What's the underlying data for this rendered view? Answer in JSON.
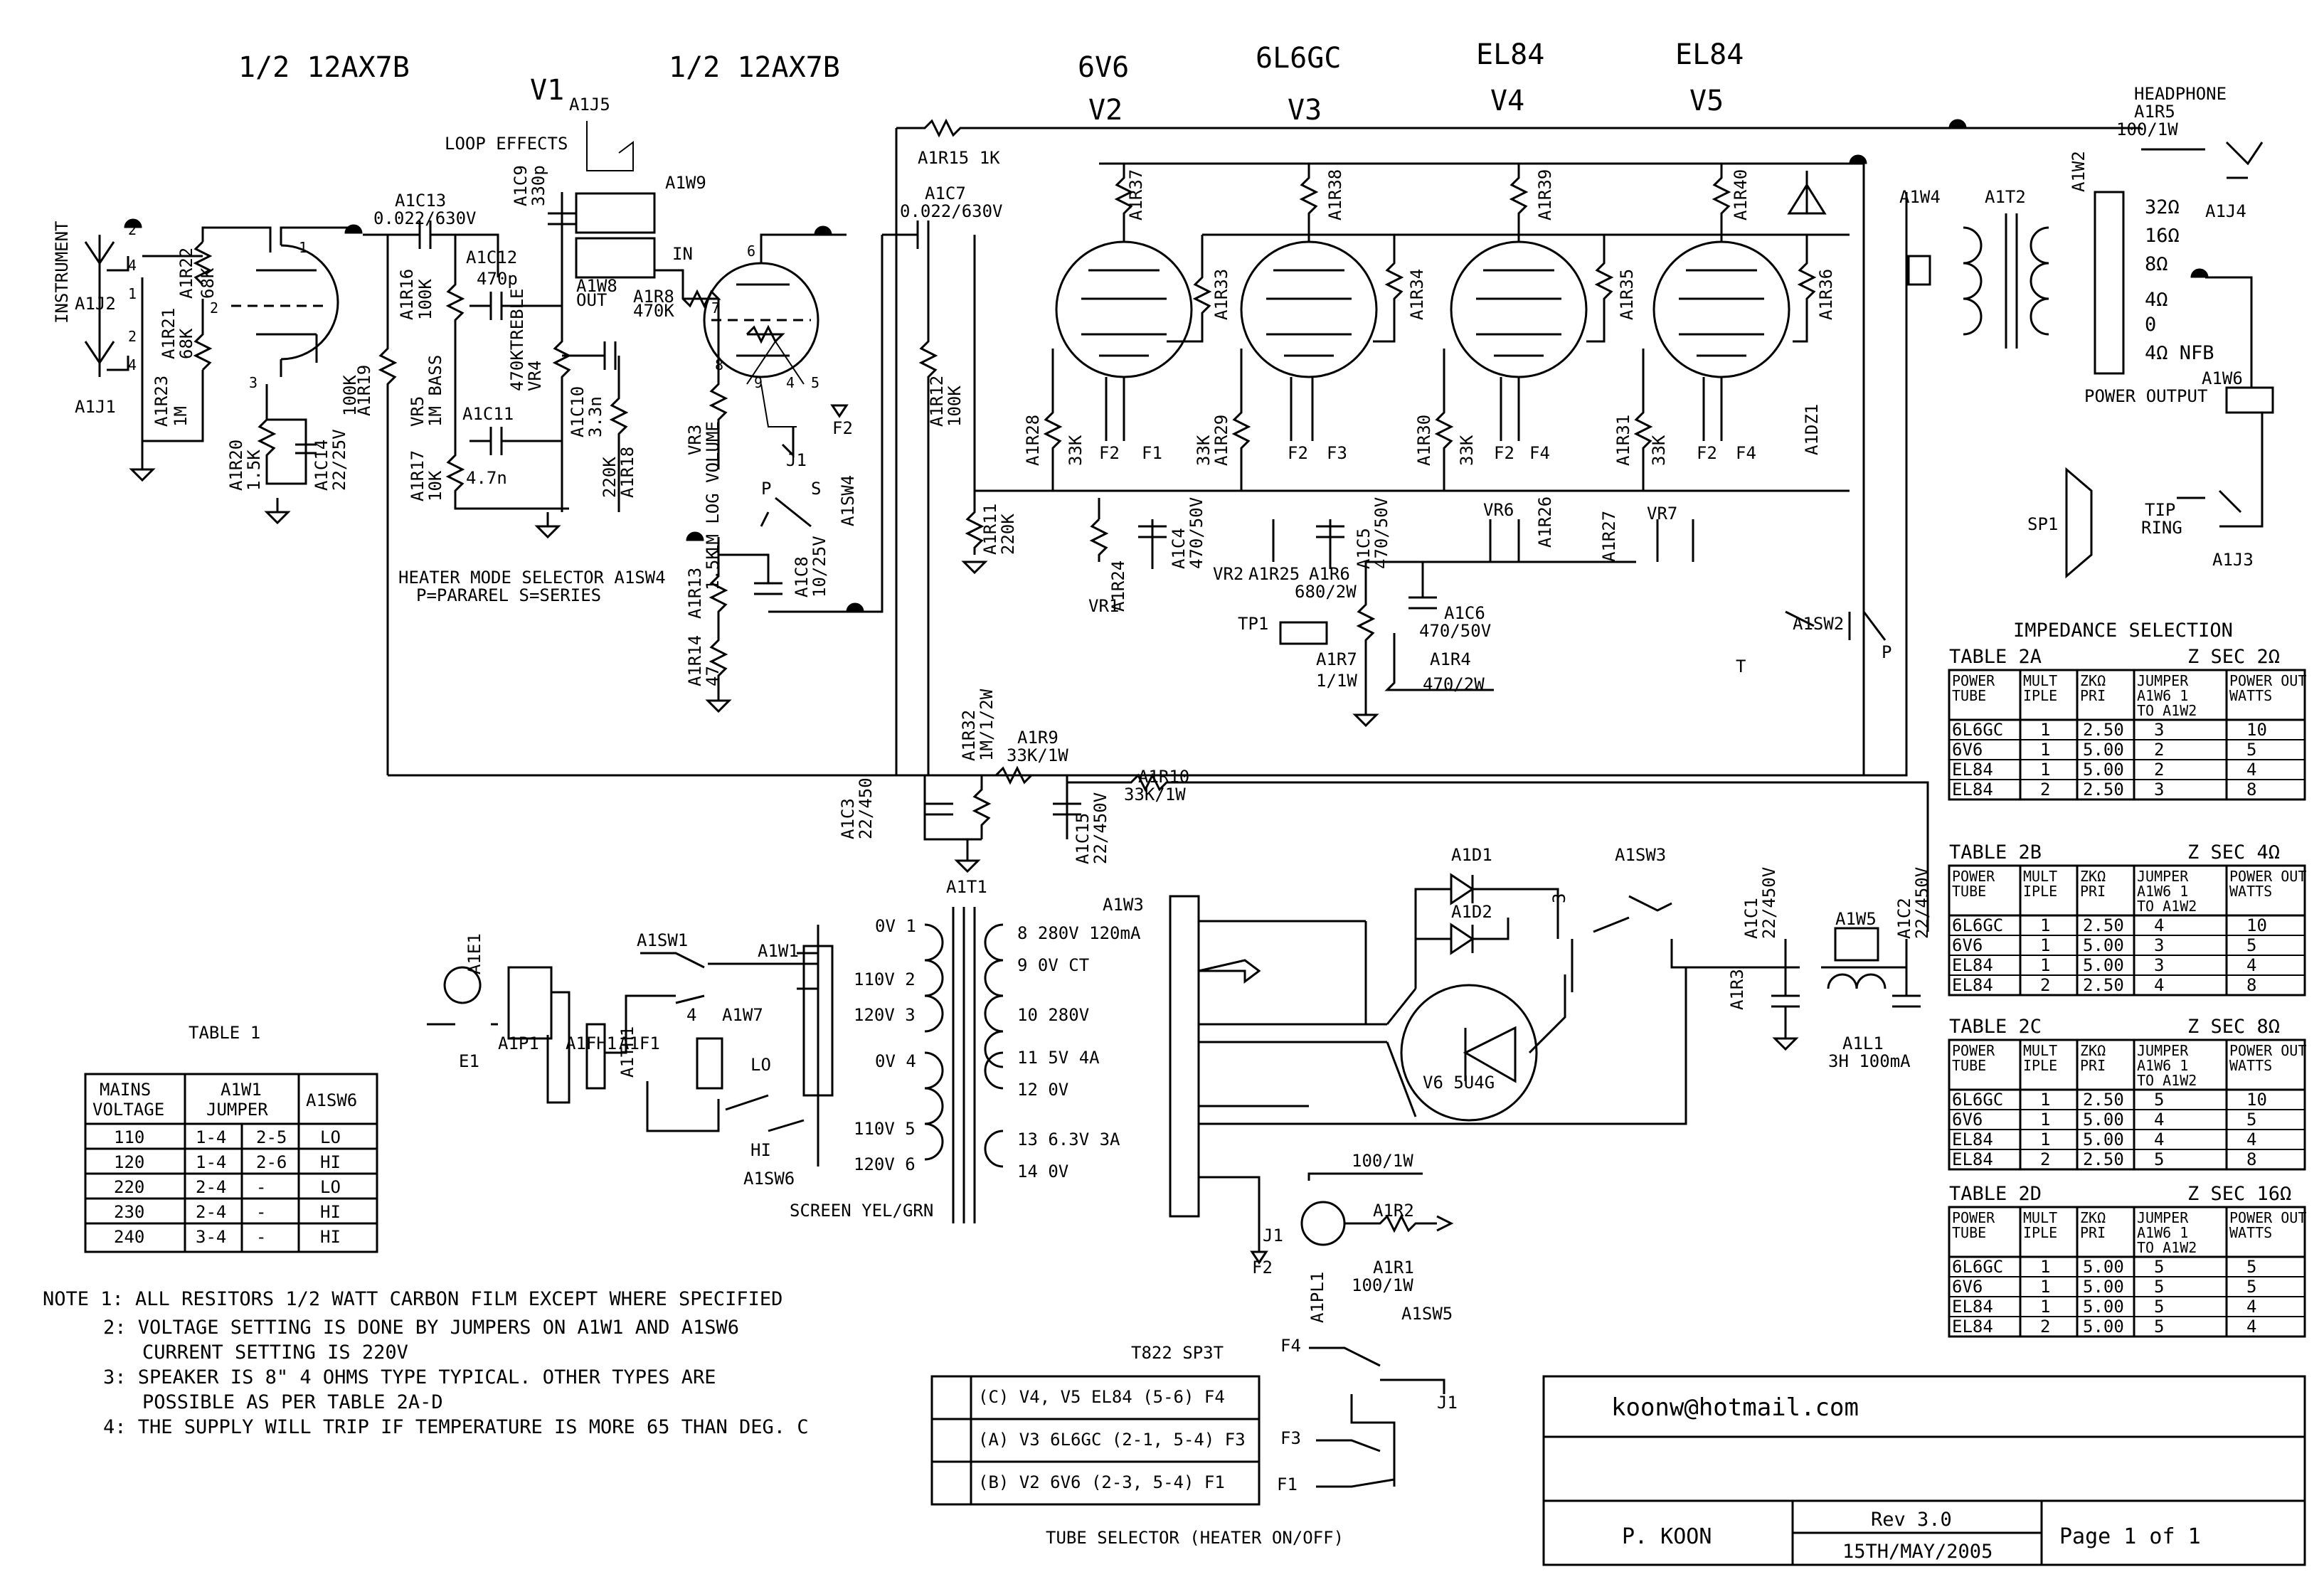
{
  "headings": {
    "v1_left": "1/2 12AX7B",
    "v1_label": "V1",
    "v1_right": "1/2 12AX7B",
    "v2_type": "6V6",
    "v2_label": "V2",
    "v3_type": "6L6GC",
    "v3_label": "V3",
    "v4_type": "EL84",
    "v4_label": "V4",
    "v5_type": "EL84",
    "v5_label": "V5"
  },
  "labels": {
    "instrument": "INSTRUMENT",
    "a1j2": "A1J2",
    "a1j1": "A1J1",
    "a1r22": "A1R22",
    "a1r22v": "68K",
    "a1r21": "A1R21",
    "a1r21v": "68K",
    "a1r23": "A1R23",
    "a1r23v": "1M",
    "a1r20": "A1R20",
    "a1r20v": "1.5K",
    "a1c14": "A1C14",
    "a1c14v": "22/25V",
    "a1r19": "A1R19",
    "a1r19v": "100K",
    "a1c13": "A1C13",
    "a1c13v": "0.022/630V",
    "a1r16": "A1R16",
    "a1r16v": "100K",
    "a1c12": "A1C12",
    "a1c12v": "470p",
    "a1c9": "A1C9",
    "a1c9v": "330p",
    "a1j5": "A1J5",
    "loop_effects": "LOOP EFFECTS",
    "a1w9": "A1W9",
    "a1w8": "A1W8",
    "out": "OUT",
    "in": "IN",
    "a1r8": "A1R8",
    "a1r8v": "470K",
    "vr4": "VR4",
    "vr4v": "470KTREBLE",
    "vr5": "VR5",
    "vr5v": "1M BASS",
    "a1c11": "A1C11",
    "a1c10": "A1C10",
    "a1c10v": "3.3n",
    "a1r17": "A1R17",
    "a1r17v": "10K",
    "c47n": "4.7n",
    "a1r18": "A1R18",
    "a1r18v": "220K",
    "vr3": "VR3",
    "vr3v": "1M LOG VOLUME",
    "j1": "J1",
    "f2": "F2",
    "a1sw4": "A1SW4",
    "p": "P",
    "s": "S",
    "a1c7": "A1C7",
    "a1c7v": "0.022/630V",
    "heater_mode": "HEATER MODE SELECTOR A1SW4",
    "heater_mode2": "P=PARAREL S=SERIES",
    "a1r13": "A1R13",
    "a1r13v": "1.5K",
    "a1c8": "A1C8",
    "a1c8v": "10/25V",
    "a1r14": "A1R14",
    "a1r14v": "47",
    "a1r15": "A1R15 1K",
    "a1r12": "A1R12",
    "a1r12v": "100K",
    "a1r11": "A1R11",
    "a1r11v": "220K",
    "a1r37": "A1R37",
    "a1r38": "A1R38",
    "a1r39": "A1R39",
    "a1r40": "A1R40",
    "a1r33": "A1R33",
    "a1r34": "A1R34",
    "a1r35": "A1R35",
    "a1r36": "A1R36",
    "a1r28": "A1R28",
    "a1r29": "A1R29",
    "a1r30": "A1R30",
    "a1r31": "A1R31",
    "k33": "33K",
    "a1c4": "A1C4",
    "a1c4v": "470/50V",
    "a1c5": "A1C5",
    "a1c5v": "470/50V",
    "vr1": "VR1",
    "vr2": "VR2",
    "vr6": "VR6",
    "vr7": "VR7",
    "a1r24": "A1R24",
    "a1r25": "A1R25",
    "a1r26": "A1R26",
    "a1r27": "A1R27",
    "a1r6": "A1R6",
    "a1r6v": "680/2W",
    "a1c6": "A1C6",
    "a1c6v": "470/50V",
    "tp1": "TP1",
    "a1r7": "A1R7",
    "a1r7v": "1/1W",
    "a1r4": "A1R4",
    "a1r4v": "470/2W",
    "a1sw2": "A1SW2",
    "t": "T",
    "a1dz1": "A1DZ1",
    "f1": "F1",
    "f2b": "F2",
    "f3": "F3",
    "f4": "F4",
    "a1w4": "A1W4",
    "a1t2": "A1T2",
    "a1w2": "A1W2",
    "headphone": "HEADPHONE",
    "a1r5": "A1R5",
    "a1r5v": "100/1W",
    "a1j4": "A1J4",
    "imp32": "32Ω",
    "imp16": "16Ω",
    "imp8": "8Ω",
    "imp4": "4Ω",
    "imp0": "0",
    "imp4nfb": "4Ω NFB",
    "a1w6": "A1W6",
    "power_output": "POWER OUTPUT",
    "sp1": "SP1",
    "tip": "TIP",
    "ring": "RING",
    "a1j3": "A1J3",
    "a1r32": "A1R32",
    "a1r32v": "1M/1/2W",
    "a1r9": "A1R9",
    "a1r9v": "33K/1W",
    "a1r10": "A1R10",
    "a1r10v": "33K/1W",
    "a1c3": "A1C3",
    "a1c3v": "22/450",
    "a1c15": "A1C15",
    "a1c15v": "22/450V",
    "a1t1": "A1T1",
    "a1w3": "A1W3",
    "sec8": "8 280V 120mA",
    "sec9": "9  0V CT",
    "sec10": "10 280V",
    "sec11": "11 5V 4A",
    "sec12": "12 0V",
    "sec13": "13 6.3V 3A",
    "sec14": "14 0V",
    "p1": "0V 1",
    "p2": "110V 2",
    "p3": "120V 3",
    "p4": "0V 4",
    "p5": "110V 5",
    "p6": "120V 6",
    "screen": "SCREEN YEL/GRN",
    "a1sw1": "A1SW1",
    "a1w1": "A1W1",
    "a1w7": "A1W7",
    "lo": "LO",
    "hi": "HI",
    "a1sw6": "A1SW6",
    "a1e1": "A1E1",
    "e1": "E1",
    "a1p1": "A1P1",
    "a1fh1": "A1FH1",
    "a1f1": "A1F1",
    "a1th1": "A1TH1",
    "a1d1": "A1D1",
    "a1d2": "A1D2",
    "a1sw3": "A1SW3",
    "v6": "V6 5U4G",
    "a1c1": "A1C1",
    "a1c1v": "22/450V",
    "a1c2": "A1C2",
    "a1c2v": "22/450V",
    "a1w5": "A1W5",
    "a1r3": "A1R3",
    "a1l1": "A1L1",
    "a1l1v": "3H 100mA",
    "a1r2": "A1R2",
    "a1r2v": "100/1W",
    "a1r1": "A1R1",
    "a1r1v": "100/1W",
    "a1pl1": "A1PL1",
    "j1b": "J1",
    "f2c": "F2",
    "a1sw5": "A1SW5",
    "j1c": "J1",
    "f4b": "F4",
    "f3b": "F3",
    "f1b": "F1",
    "t822": "T822 SP3T",
    "tube_selector": "TUBE SELECTOR (HEATER ON/OFF)",
    "impedance_title": "IMPEDANCE SELECTION",
    "table1_title": "TABLE 1"
  },
  "table1": {
    "headers": [
      "MAINS VOLTAGE",
      "A1W1 JUMPER",
      "A1SW6"
    ],
    "rows": [
      [
        "110",
        "1-4",
        "2-5",
        "LO"
      ],
      [
        "120",
        "1-4",
        "2-6",
        "HI"
      ],
      [
        "220",
        "2-4",
        "-",
        "LO"
      ],
      [
        "230",
        "2-4",
        "-",
        "HI"
      ],
      [
        "240",
        "3-4",
        "-",
        "HI"
      ]
    ]
  },
  "imp_tables": [
    {
      "title": "TABLE 2A",
      "zsec": "Z SEC 2Ω",
      "rows": [
        [
          "6L6GC",
          "1",
          "2.50",
          "3",
          "10"
        ],
        [
          "6V6",
          "1",
          "5.00",
          "2",
          "5"
        ],
        [
          "EL84",
          "1",
          "5.00",
          "2",
          "4"
        ],
        [
          "EL84",
          "2",
          "2.50",
          "3",
          "8"
        ]
      ]
    },
    {
      "title": "TABLE 2B",
      "zsec": "Z SEC 4Ω",
      "rows": [
        [
          "6L6GC",
          "1",
          "2.50",
          "4",
          "10"
        ],
        [
          "6V6",
          "1",
          "5.00",
          "3",
          "5"
        ],
        [
          "EL84",
          "1",
          "5.00",
          "3",
          "4"
        ],
        [
          "EL84",
          "2",
          "2.50",
          "4",
          "8"
        ]
      ]
    },
    {
      "title": "TABLE 2C",
      "zsec": "Z SEC 8Ω",
      "rows": [
        [
          "6L6GC",
          "1",
          "2.50",
          "5",
          "10"
        ],
        [
          "6V6",
          "1",
          "5.00",
          "4",
          "5"
        ],
        [
          "EL84",
          "1",
          "5.00",
          "4",
          "4"
        ],
        [
          "EL84",
          "2",
          "2.50",
          "5",
          "8"
        ]
      ]
    },
    {
      "title": "TABLE 2D",
      "zsec": "Z SEC 16Ω",
      "rows": [
        [
          "6L6GC",
          "1",
          "5.00",
          "5",
          "5"
        ],
        [
          "6V6",
          "1",
          "5.00",
          "5",
          "5"
        ],
        [
          "EL84",
          "1",
          "5.00",
          "5",
          "4"
        ],
        [
          "EL84",
          "2",
          "5.00",
          "5",
          "4"
        ]
      ]
    }
  ],
  "imp_headers": [
    "POWER TUBE",
    "MULT IPLE",
    "ZKΩ PRI",
    "JUMPER A1W6 1 TO A1W2",
    "POWER OUT WATTS"
  ],
  "tube_selector_rows": [
    "(C) V4, V5 EL84 (5-6) F4",
    "(A) V3 6L6GC (2-1, 5-4) F3",
    "(B) V2 6V6 (2-3, 5-4) F1"
  ],
  "notes": [
    "NOTE 1: ALL RESITORS 1/2 WATT CARBON FILM EXCEPT WHERE SPECIFIED",
    "2: VOLTAGE SETTING IS DONE BY JUMPERS ON A1W1 AND A1SW6",
    "CURRENT SETTING IS 220V",
    "3: SPEAKER IS 8\" 4 OHMS TYPE TYPICAL. OTHER TYPES ARE",
    "POSSIBLE AS PER TABLE 2A-D",
    "4: THE SUPPLY WILL TRIP IF TEMPERATURE IS MORE 65 THAN DEG. C"
  ],
  "title_block": {
    "email": "koonw@hotmail.com",
    "author": "P. KOON",
    "rev": "Rev 3.0",
    "date": "15TH/MAY/2005",
    "page": "Page 1 of 1"
  }
}
